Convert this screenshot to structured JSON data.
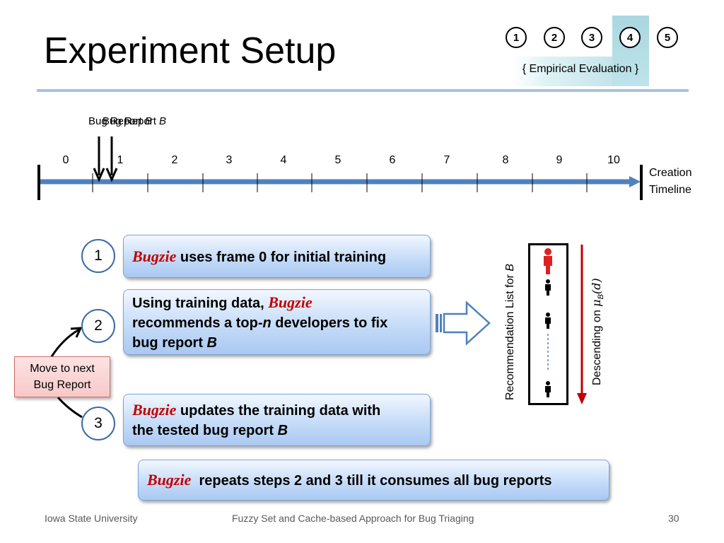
{
  "slide_title": "Experiment Setup",
  "nav": {
    "steps": [
      "1",
      "2",
      "3",
      "4",
      "5"
    ],
    "active_step": "4",
    "subtitle": "{ Empirical Evaluation }"
  },
  "timeline": {
    "bug_report_label_a": "Bug Report ",
    "bug_report_label_b": "Bug Report ",
    "bug_report_var": "B",
    "ticks": [
      "0",
      "1",
      "2",
      "3",
      "4",
      "5",
      "6",
      "7",
      "8",
      "9",
      "10"
    ],
    "end_label_line1": "Creation",
    "end_label_line2": "Timeline",
    "colors": {
      "axis": "#4f81bd",
      "bar": "#000000"
    }
  },
  "steps": {
    "step1": {
      "number": "1",
      "brand": "Bugzie",
      "text": " uses frame 0 for initial training"
    },
    "step2": {
      "number": "2",
      "line1_prefix": "Using training data, ",
      "brand": "Bugzie",
      "line2_a": "recommends a top-",
      "line2_n": "n",
      "line2_b": " developers to fix",
      "line3_a": "bug report ",
      "line3_b": "B"
    },
    "step3": {
      "number": "3",
      "brand": "Bugzie",
      "line1": " updates the training data with",
      "line2_a": "the tested bug report ",
      "line2_b": "B"
    },
    "final": {
      "brand": "Bugzie",
      "text": "repeats steps 2 and 3 till it consumes all bug reports"
    }
  },
  "move_next": {
    "line1": "Move to next",
    "line2": "Bug Report"
  },
  "recommendation": {
    "list_label": "Recommendation List for ",
    "list_label_var": "B",
    "order_label": "Descending on ",
    "order_label_math": "μ",
    "order_label_sub": "B",
    "order_label_arg": "(d)",
    "colors": {
      "top_person": "#e02020",
      "person": "#000000",
      "arrow": "#c00000"
    }
  },
  "footer": {
    "left": "Iowa State University",
    "center": "Fuzzy Set and Cache-based Approach for Bug Triaging",
    "page": "30"
  }
}
